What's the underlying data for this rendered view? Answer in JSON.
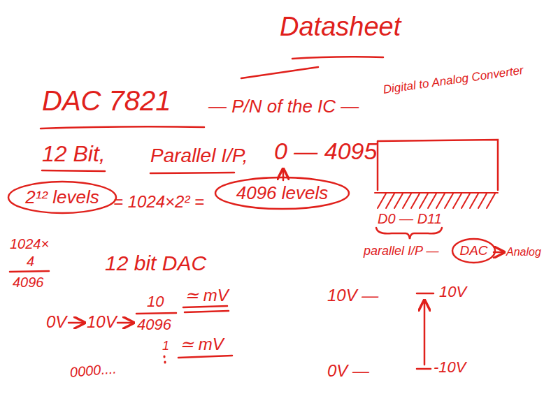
{
  "diagram": {
    "title": "Datasheet",
    "nodes": [
      {
        "text": [
          "2¹² levels"
        ]
      },
      {
        "text": [
          "4096 levels"
        ]
      },
      {
        "text": [
          "DAC"
        ]
      }
    ],
    "labels": [
      "DAC 7821",
      "— P/N of the IC —",
      "Digital to Analog Converter",
      "12 Bit,",
      "Parallel I/P,",
      "0 — 4095",
      "= 1024×2² =",
      "1024×",
      "4",
      "4096",
      "12 bit DAC",
      "0V",
      "10V",
      "10",
      "4096",
      "≃ mV",
      "0000....",
      "1",
      "≃ mV",
      "D0 — D11",
      "parallel I/P —",
      "Analog",
      "10V —",
      "0V —",
      "10V",
      "-10V"
    ]
  }
}
